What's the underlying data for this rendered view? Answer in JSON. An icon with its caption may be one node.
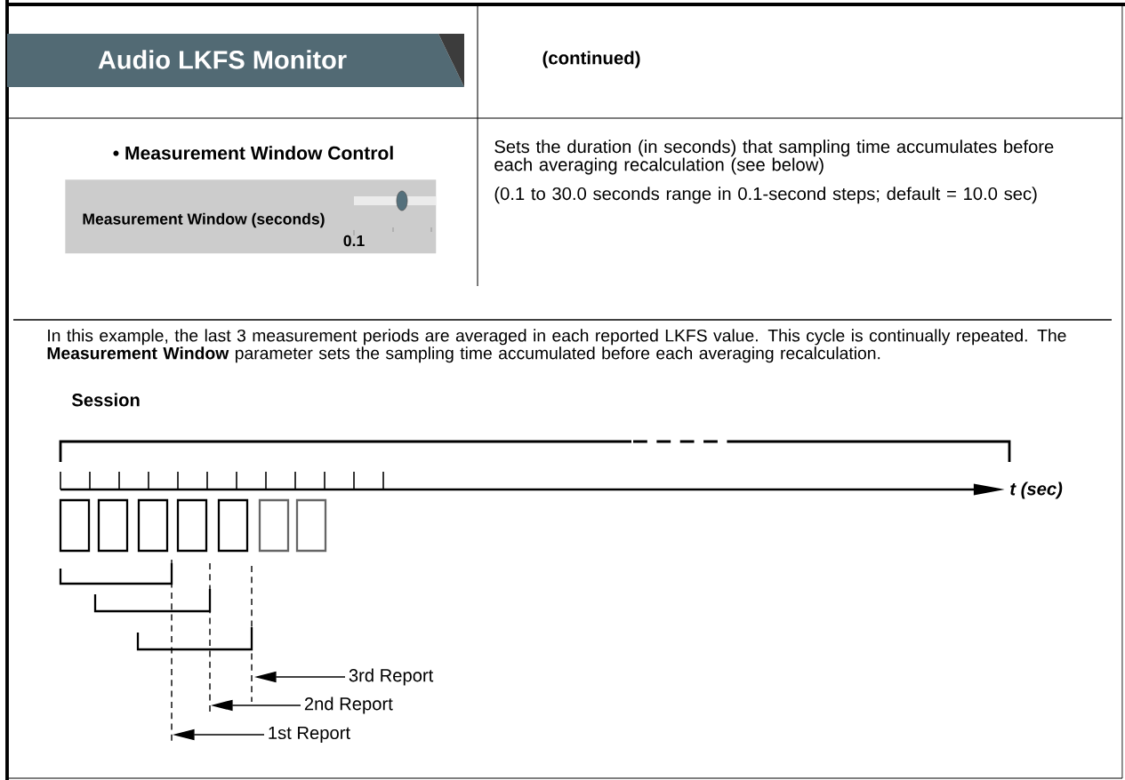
{
  "diagram": {
    "nodes": [
      {
        "text": [
          "Audio LKFS Monitor"
        ]
      },
      {
        "text": [
          "Measurement Window (seconds)",
          "0.1"
        ]
      },
      {
        "text": [
          "3rd Report"
        ]
      },
      {
        "text": [
          "2nd Report"
        ]
      },
      {
        "text": [
          "1st Report"
        ]
      }
    ],
    "edges": [
      {
        "from": 2,
        "to": null,
        "arrow": "to"
      },
      {
        "from": 3,
        "to": null,
        "arrow": "to"
      },
      {
        "from": 4,
        "to": null,
        "arrow": "to"
      }
    ],
    "labels": [
      "(continued)",
      "• Measurement Window Control",
      "Sets the duration (in seconds) that sampling time accumulates before each averaging recalculation (see below)",
      "(0.1 to 30.0 seconds range in 0.1-second steps; default = 10.0 sec)",
      "In this example, the last 3 measurement periods are averaged in each reported LKFS value. This cycle is continually repeated. The **Measurement Window** parameter sets the sampling time accumulated before each averaging recalculation.",
      "Session",
      "t (sec)"
    ]
  }
}
